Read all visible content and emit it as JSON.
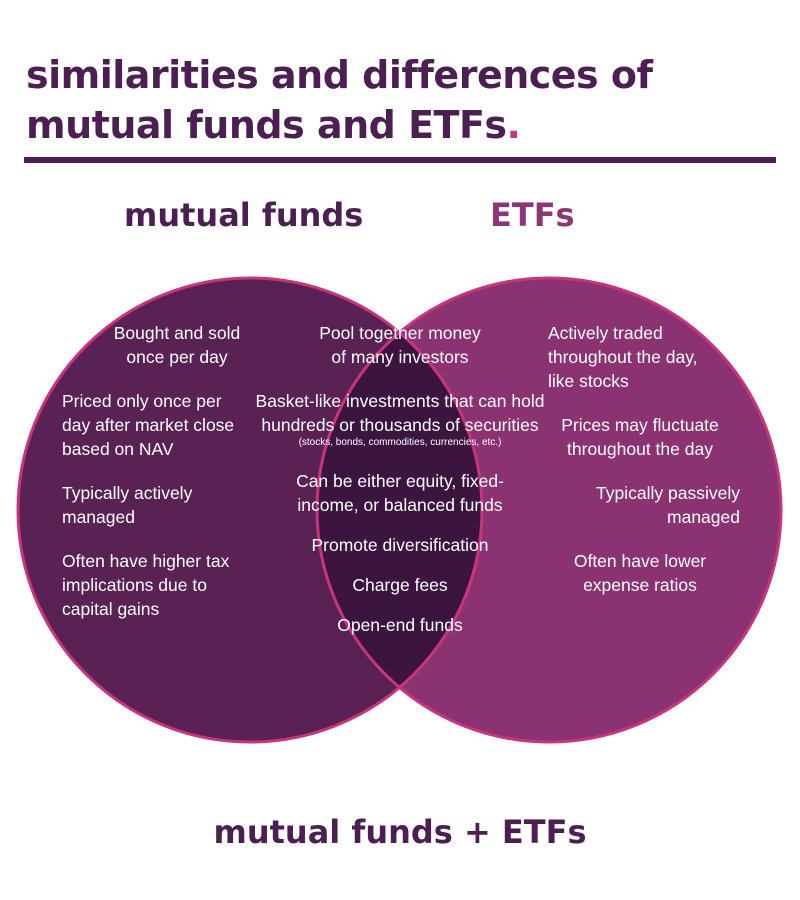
{
  "title": {
    "text": "similarities and differences of mutual funds and ETFs",
    "dot": "."
  },
  "colors": {
    "dark_purple": "#4b1f52",
    "mutual_funds_fill": "#5a2155",
    "etfs_fill": "#8a3272",
    "overlap_fill": "#3b1540",
    "outline_pink": "#c8357a",
    "text_white": "#ffffff"
  },
  "sets": {
    "mutual_funds": {
      "label": "mutual funds",
      "items": [
        "Bought and sold once per day",
        "Priced only once per day after market close based on NAV",
        "Typically actively managed",
        "Often have higher tax implications due to capital gains"
      ]
    },
    "etfs": {
      "label": "ETFs",
      "items": [
        "Actively traded throughout the day, like stocks",
        "Prices may fluctuate throughout the day",
        "Typically passively managed",
        "Often have lower expense ratios"
      ]
    },
    "both": {
      "label": "mutual funds + ETFs",
      "items": [
        "Pool together money of many investors",
        "Basket-like investments that can hold hundreds or thousands of securities",
        "Can be either equity, fixed-income, or balanced funds",
        "Promote diversification",
        "Charge fees",
        "Open-end funds"
      ],
      "note": "(stocks, bonds, commodities, currencies, etc.)"
    }
  }
}
